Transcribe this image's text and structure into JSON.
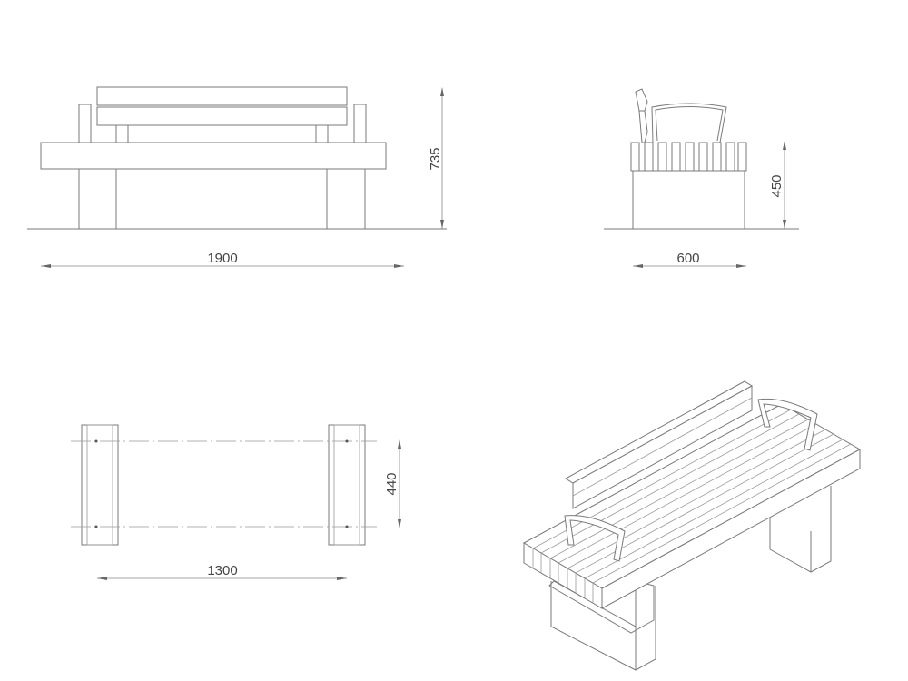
{
  "drawing": {
    "front_view": {
      "width_label": "1900",
      "height_label": "735"
    },
    "side_view": {
      "depth_label": "600",
      "seat_height_label": "450"
    },
    "top_view": {
      "leg_spacing_label": "1300",
      "leg_depth_label": "440"
    },
    "isometric_view": {
      "slat_count": 9
    }
  },
  "colors": {
    "line": "#7a7a7a",
    "text": "#444444",
    "background": "#ffffff"
  }
}
